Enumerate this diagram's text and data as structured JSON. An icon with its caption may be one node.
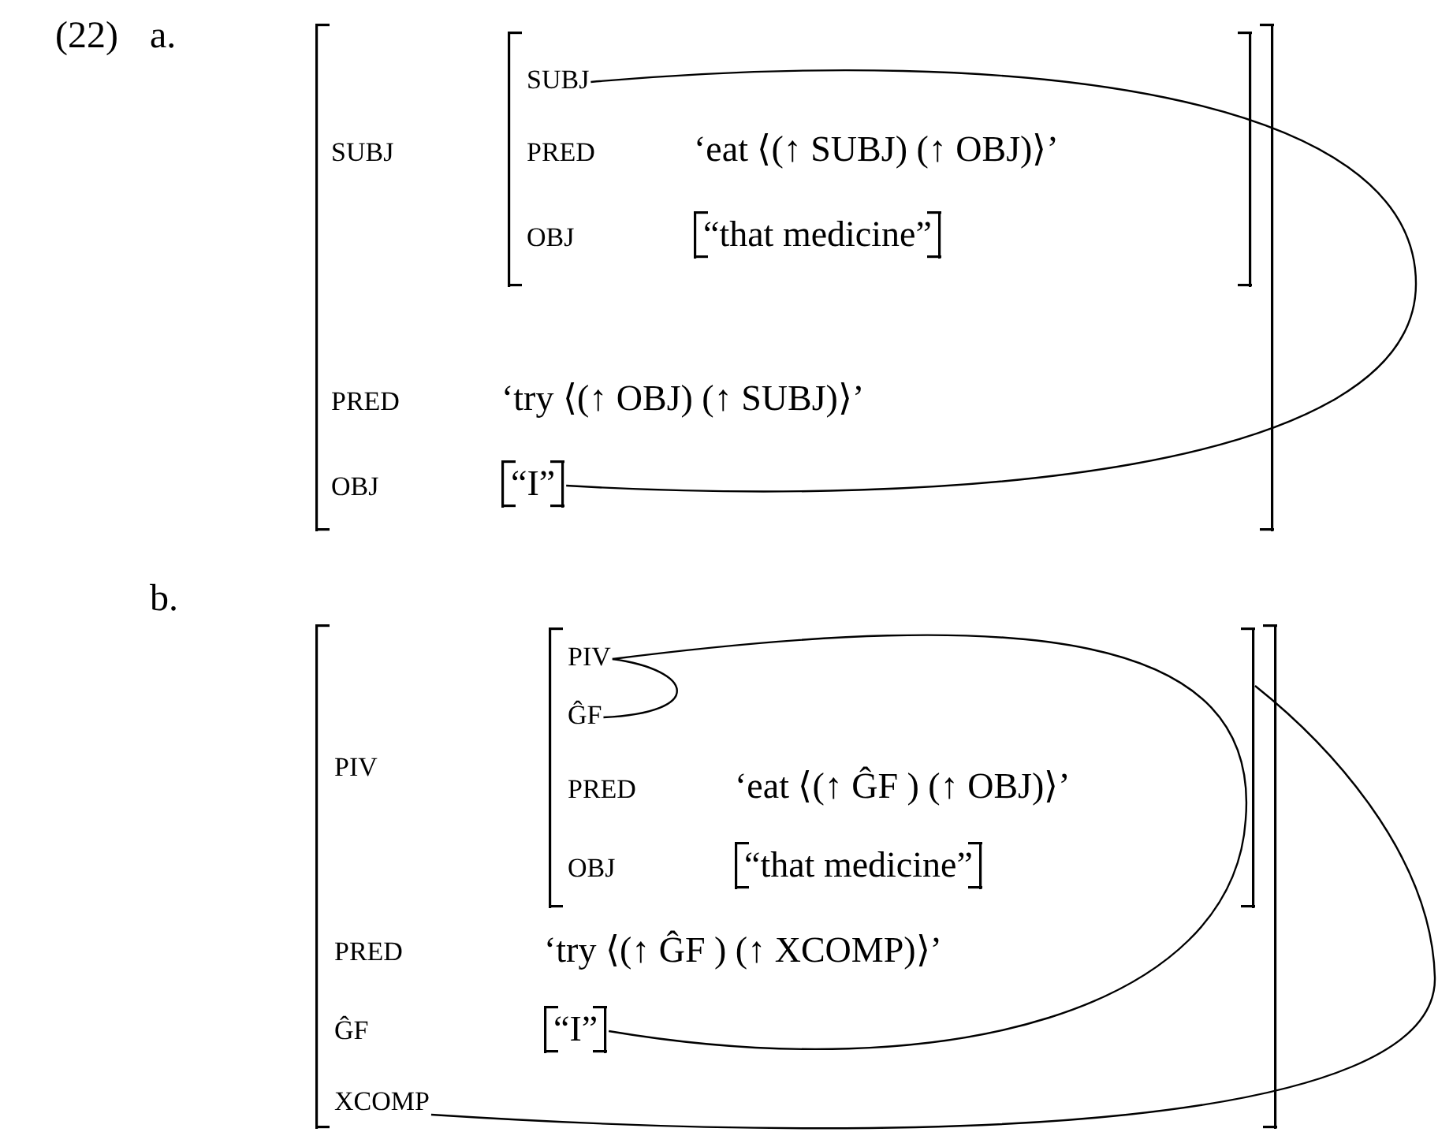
{
  "diagram": {
    "nodes": [
      {
        "text": [],
        "shape": "box"
      },
      {
        "text": [
          "SUBJ"
        ],
        "in": 0
      },
      {
        "text": [],
        "shape": "box",
        "in": 0
      },
      {
        "text": [
          "SUBJ"
        ],
        "in": 2
      },
      {
        "text": [
          "PRED"
        ],
        "in": 2
      },
      {
        "text": [
          "‘eat ⟨(↑ SUBJ) (↑ OBJ)⟩’"
        ],
        "in": 2
      },
      {
        "text": [
          "OBJ"
        ],
        "in": 2
      },
      {
        "text": [
          "“that medicine”"
        ],
        "in": 2
      },
      {
        "text": [
          "PRED"
        ],
        "in": 0
      },
      {
        "text": [
          "‘try ⟨(↑ OBJ) (↑ SUBJ)⟩’"
        ],
        "in": 0
      },
      {
        "text": [
          "OBJ"
        ],
        "in": 0
      },
      {
        "text": [
          "“I”"
        ],
        "in": 0
      },
      {
        "text": [],
        "shape": "box"
      },
      {
        "text": [
          "PIV"
        ],
        "in": 12
      },
      {
        "text": [],
        "shape": "box",
        "in": 12
      },
      {
        "text": [
          "PIV"
        ],
        "in": 14
      },
      {
        "text": [
          "ĜF"
        ],
        "in": 14
      },
      {
        "text": [
          "PRED"
        ],
        "in": 14
      },
      {
        "text": [
          "‘eat ⟨(↑ ĜF ) (↑ OBJ)⟩’"
        ],
        "in": 14
      },
      {
        "text": [
          "OBJ"
        ],
        "in": 14
      },
      {
        "text": [
          "“that medicine”"
        ],
        "in": 14
      },
      {
        "text": [
          "PRED"
        ],
        "in": 12
      },
      {
        "text": [
          "‘try ⟨(↑ ĜF ) (↑ XCOMP)⟩’"
        ],
        "in": 12
      },
      {
        "text": [
          "ĜF"
        ],
        "in": 12
      },
      {
        "text": [
          "“I”"
        ],
        "in": 12
      },
      {
        "text": [
          "XCOMP"
        ],
        "in": 12
      }
    ],
    "edges": [
      {
        "from": 3,
        "to": 11,
        "arrow": "none"
      },
      {
        "from": 15,
        "to": 16,
        "arrow": "none"
      },
      {
        "from": 15,
        "to": 24,
        "arrow": "none"
      },
      {
        "from": 25,
        "to": 14,
        "arrow": "none"
      }
    ],
    "labels": [
      "(22)",
      "a.",
      "b."
    ]
  }
}
